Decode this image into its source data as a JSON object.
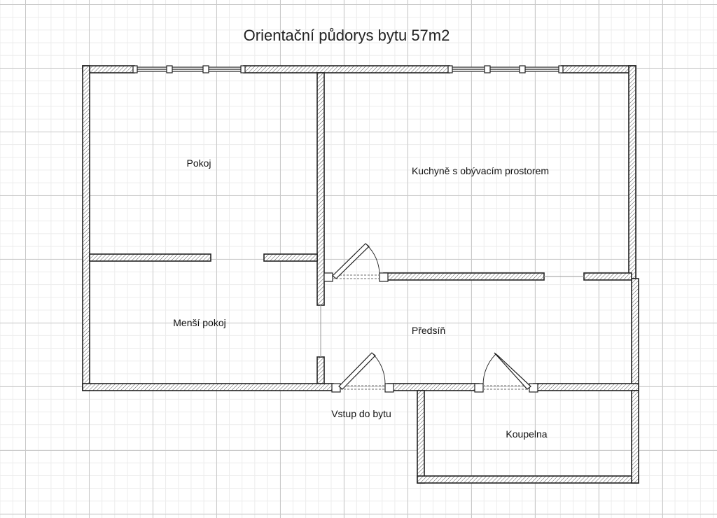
{
  "title": "Orientační půdorys bytu 57m2",
  "rooms": {
    "pokoj": "Pokoj",
    "kuchyne": "Kuchyně s obývacím prostorem",
    "mensi_pokoj": "Menší pokoj",
    "predsin": "Předsíň",
    "koupelna": "Koupelna"
  },
  "entrance_label": "Vstup do bytu",
  "colors": {
    "wall_fill": "#ffffff",
    "wall_stroke": "#222222",
    "grid_major": "#c9c9c9",
    "grid_minor": "#ececec"
  }
}
